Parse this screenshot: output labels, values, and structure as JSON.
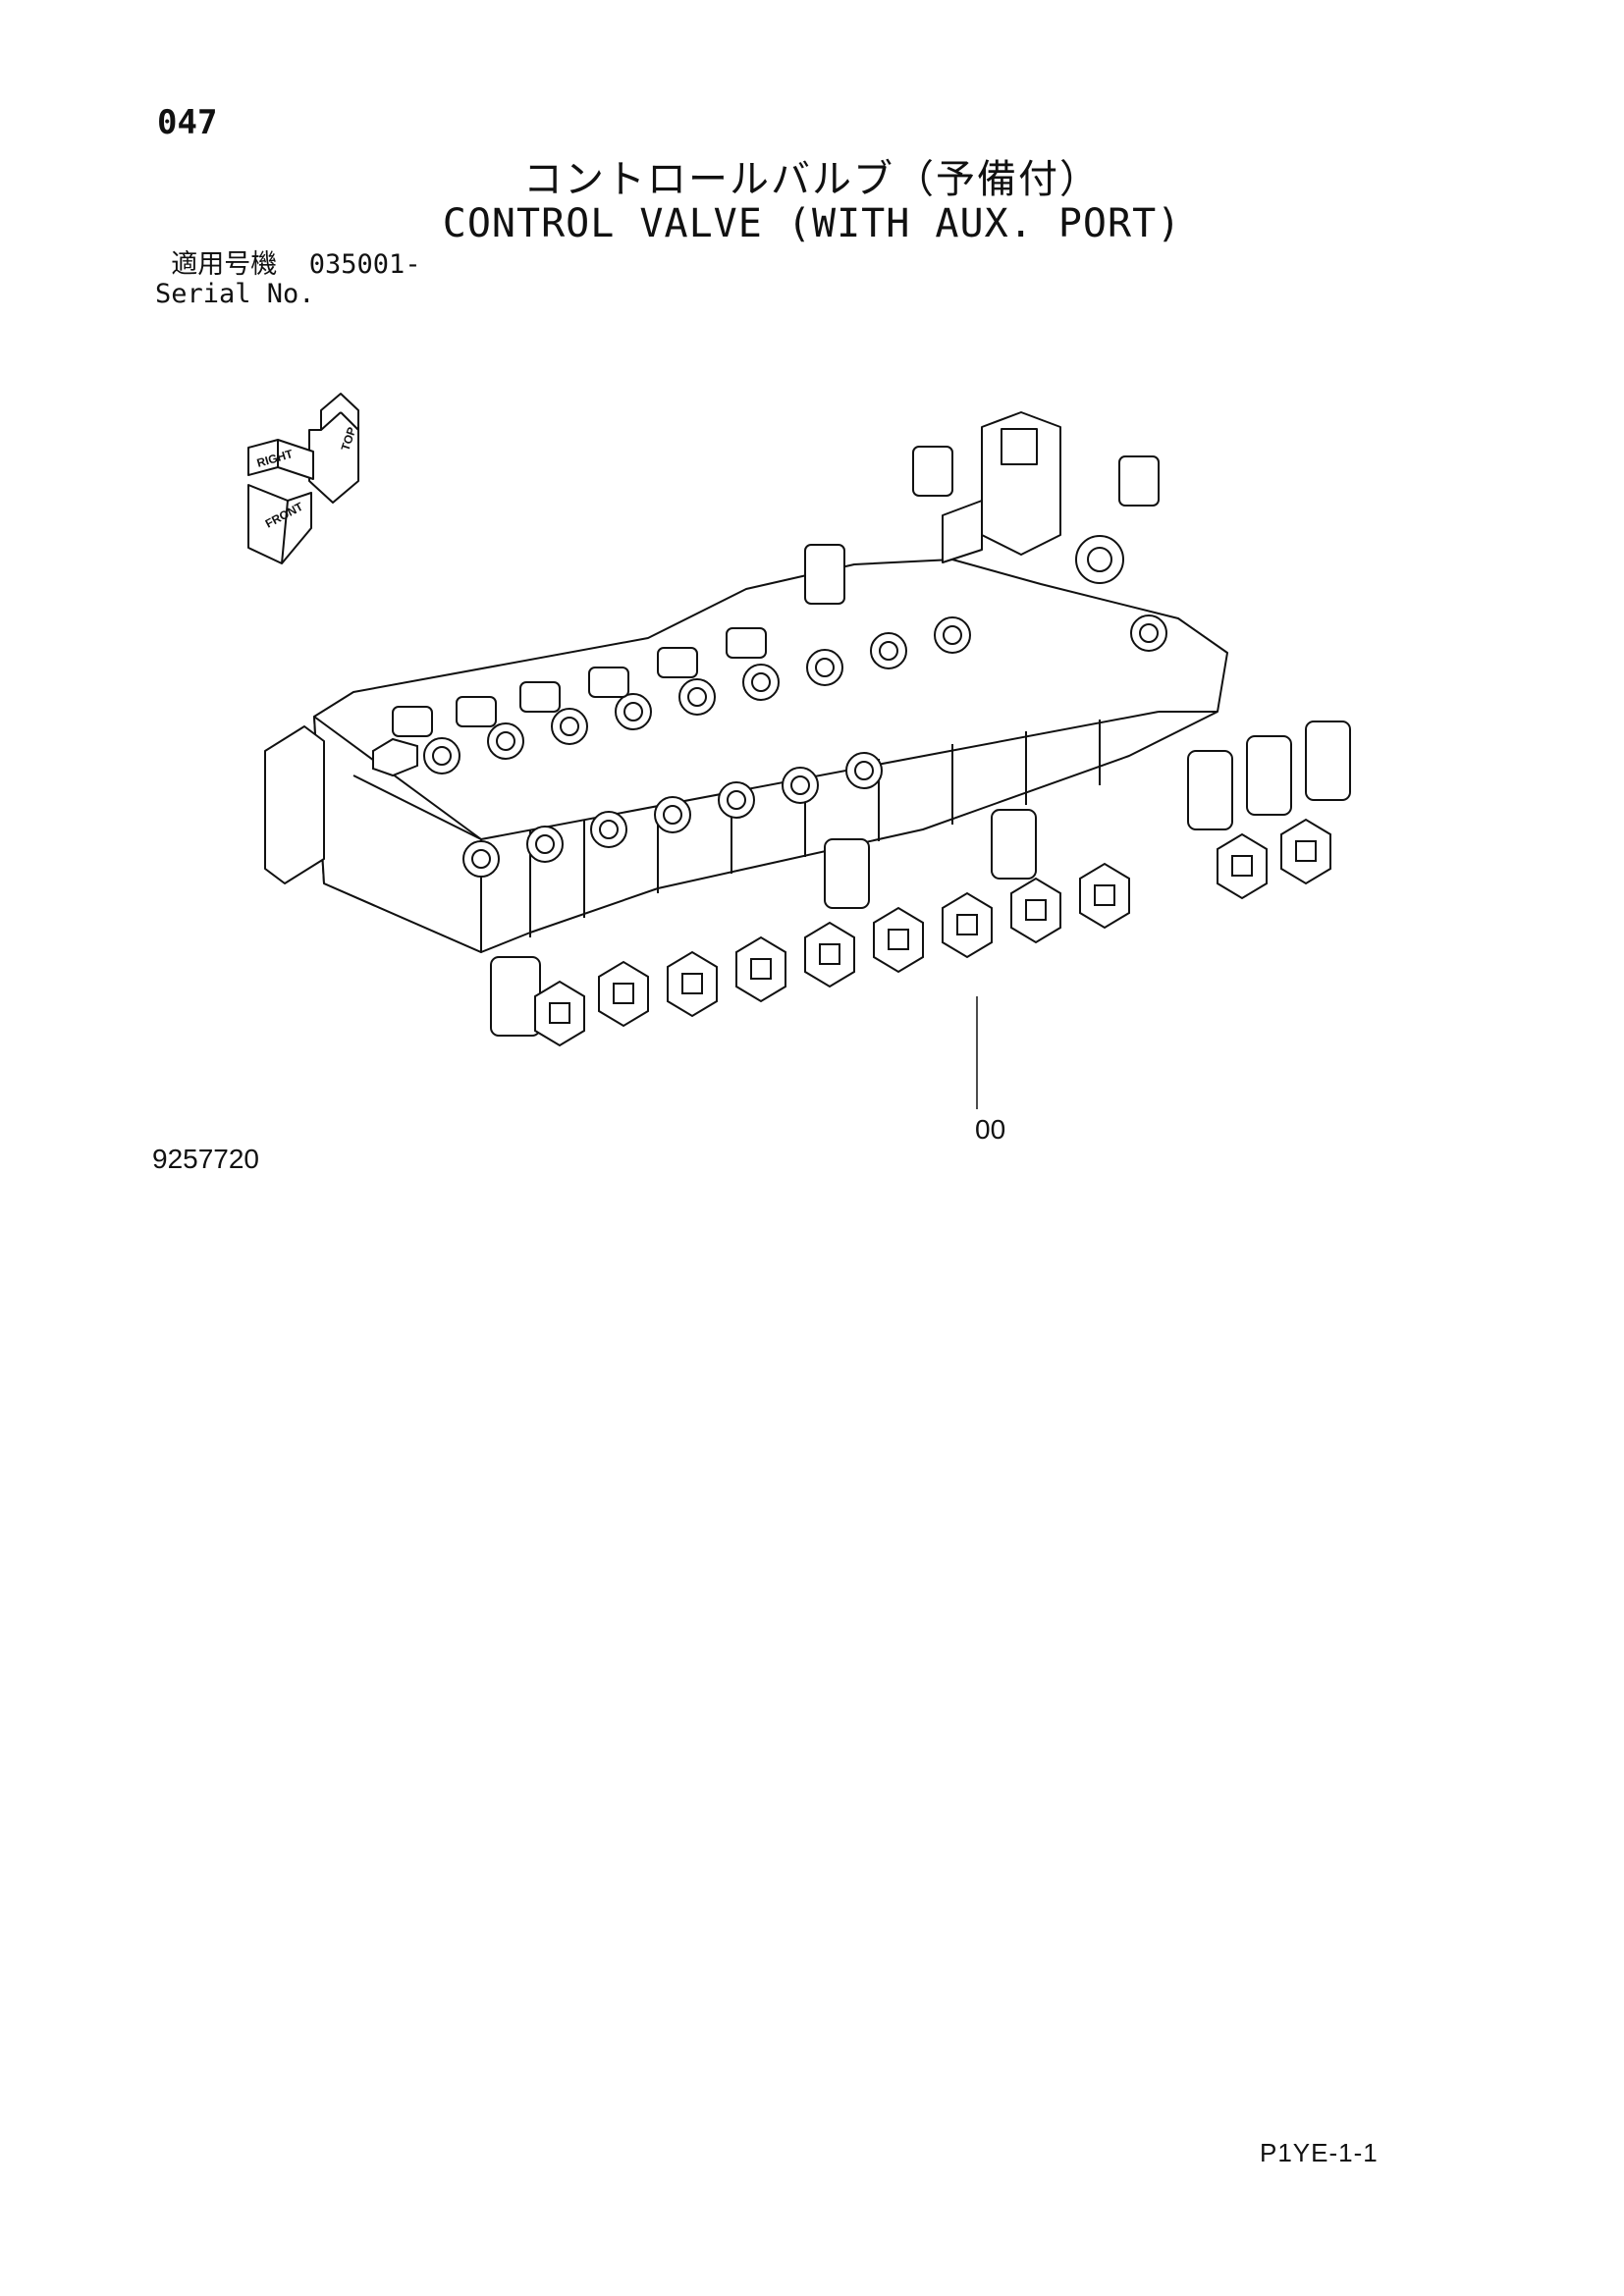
{
  "header": {
    "page_number": "047",
    "title_jp": "コントロールバルブ（予備付）",
    "title_en": "CONTROL VALVE (WITH AUX. PORT)"
  },
  "serial": {
    "label_jp": "適用号機",
    "value": "035001-",
    "label_en": "Serial No."
  },
  "orientation_icon": {
    "labels": [
      "TOP",
      "RIGHT",
      "FRONT"
    ]
  },
  "drawing": {
    "callout_label": "00",
    "figure_number": "9257720"
  },
  "footer": {
    "page_code": "P1YE-1-1"
  }
}
